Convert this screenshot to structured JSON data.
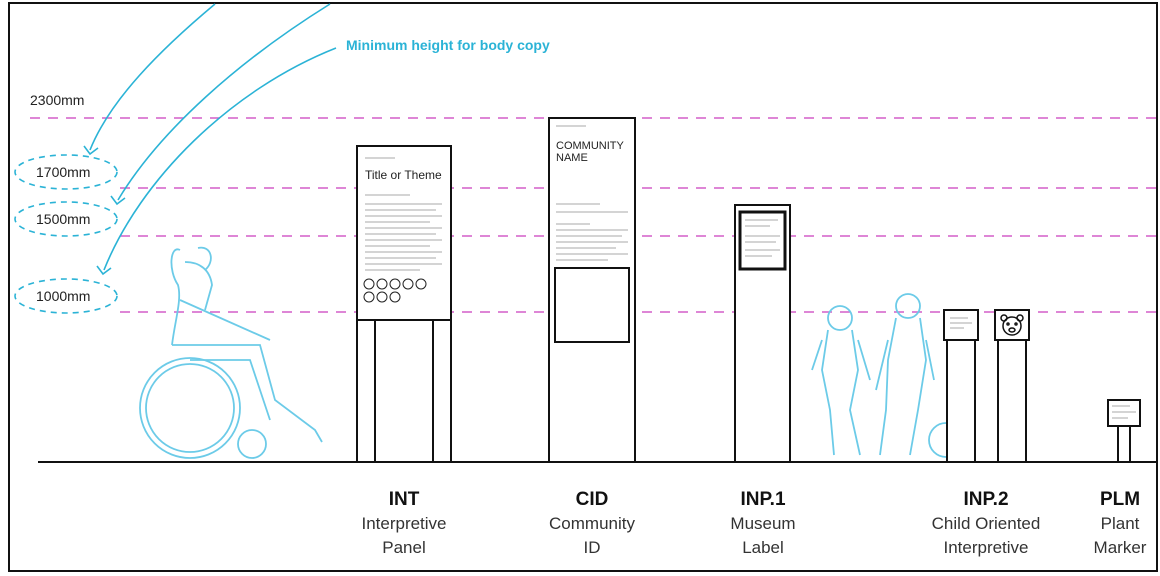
{
  "annotation": "Minimum height for body copy",
  "heights": [
    {
      "label": "2300mm",
      "circled": false
    },
    {
      "label": "1700mm",
      "circled": true
    },
    {
      "label": "1500mm",
      "circled": true
    },
    {
      "label": "1000mm",
      "circled": true
    }
  ],
  "signs": [
    {
      "code": "INT",
      "name_line1": "Interpretive",
      "name_line2": "Panel"
    },
    {
      "code": "CID",
      "name_line1": "Community",
      "name_line2": "ID"
    },
    {
      "code": "INP.1",
      "name_line1": "Museum",
      "name_line2": "Label"
    },
    {
      "code": "INP.2",
      "name_line1": "Child Oriented",
      "name_line2": "Interpretive"
    },
    {
      "code": "PLM",
      "name_line1": "Plant",
      "name_line2": "Marker"
    }
  ],
  "panel_text": {
    "int_title": "Title or Theme",
    "cid_title_line1": "COMMUNITY",
    "cid_title_line2": "NAME"
  },
  "colors": {
    "guide_line": "#d35fc8",
    "annotation": "#2bb3d6",
    "figure": "#6ccbe8",
    "sign_stroke": "#111111"
  }
}
